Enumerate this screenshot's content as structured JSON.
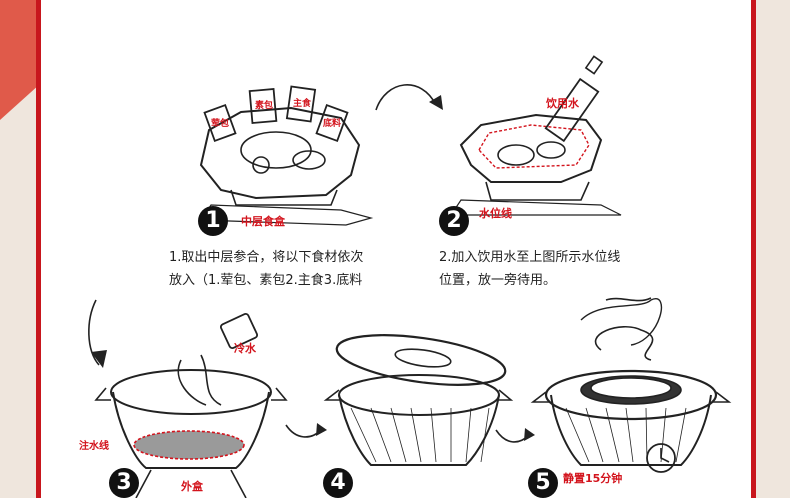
{
  "steps": [
    {
      "number": "1",
      "tag": "中层食盒",
      "text_lines": [
        "1.取出中层参合，将以下食材依次",
        "放入（1.荤包、素包2.主食3.底料"
      ],
      "packets": [
        "荤包",
        "素包",
        "主食",
        "底料"
      ]
    },
    {
      "number": "2",
      "tag": "水位线",
      "tag2": "饮用水",
      "text_lines": [
        "2.加入饮用水至上图所示水位线",
        "位置，放一旁待用。"
      ]
    },
    {
      "number": "3",
      "tag": "外盒",
      "tag2": "冷水",
      "tag3": "注水线"
    },
    {
      "number": "4"
    },
    {
      "number": "5",
      "tag": "静置15分钟"
    }
  ],
  "colors": {
    "accent": "#d3141d",
    "frame": "#c8161d",
    "corner": "#e05a4a",
    "background": "#efe6dd"
  },
  "icons": [
    "curved-arrow-icon",
    "clock-icon",
    "steam-icon",
    "water-cup-icon",
    "water-bottle-icon"
  ]
}
